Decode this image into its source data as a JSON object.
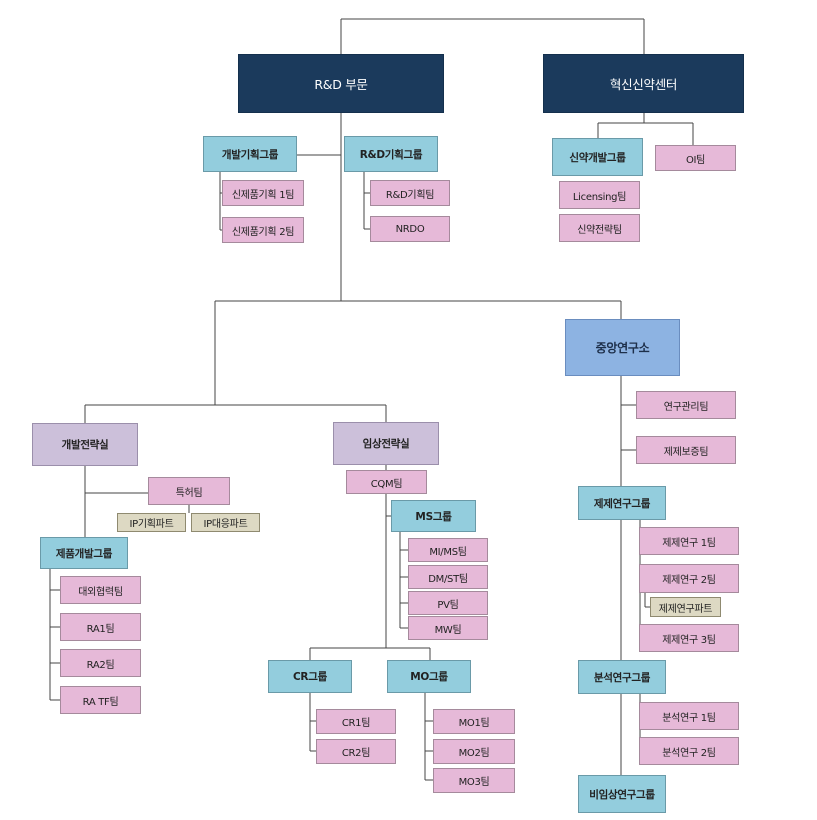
{
  "divisions": {
    "rnd": "R&D 부문",
    "innovation": "혁신신약센터"
  },
  "rnd_top": {
    "dev_planning_group": "개발기획그룹",
    "new_product_1": "신제품기획 1팀",
    "new_product_2": "신제품기획 2팀",
    "rnd_planning_group": "R&D기획그룹",
    "rnd_planning_team": "R&D기획팀",
    "nrdo": "NRDO"
  },
  "innovation_center": {
    "new_drug_dev_group": "신약개발그룹",
    "oi_team": "OI팀",
    "licensing_team": "Licensing팀",
    "new_drug_strategy_team": "신약전략팀"
  },
  "dev_strategy": {
    "title": "개발전략실",
    "patent_team": "특허팀",
    "ip_planning_part": "IP기획파트",
    "ip_response_part": "IP대응파트",
    "product_dev_group": "제품개발그룹",
    "external_coop_team": "대외협력팀",
    "ra1": "RA1팀",
    "ra2": "RA2팀",
    "ra_tf": "RA TF팀"
  },
  "clinical_strategy": {
    "title": "임상전략실",
    "cqm": "CQM팀",
    "ms_group": "MS그룹",
    "mi_ms": "MI/MS팀",
    "dm_st": "DM/ST팀",
    "pv": "PV팀",
    "mw": "MW팀",
    "cr_group": "CR그룹",
    "cr1": "CR1팀",
    "cr2": "CR2팀",
    "mo_group": "MO그룹",
    "mo1": "MO1팀",
    "mo2": "MO2팀",
    "mo3": "MO3팀"
  },
  "central_lab": {
    "title": "중앙연구소",
    "research_mgmt": "연구관리팀",
    "formulation_support": "제제보증팀",
    "formulation_group": "제제연구그룹",
    "formulation_1": "제제연구 1팀",
    "formulation_2": "제제연구 2팀",
    "formulation_part": "제제연구파트",
    "formulation_3": "제제연구 3팀",
    "analysis_group": "분석연구그룹",
    "analysis_1": "분석연구 1팀",
    "analysis_2": "분석연구 2팀",
    "nonclinical_group": "비임상연구그룹"
  },
  "colors": {
    "division": "#1b3a5c",
    "group": "#93cddd",
    "office": "#ccc0da",
    "lab": "#8db3e2",
    "team": "#e6b9d8",
    "part": "#ddd9c3"
  }
}
